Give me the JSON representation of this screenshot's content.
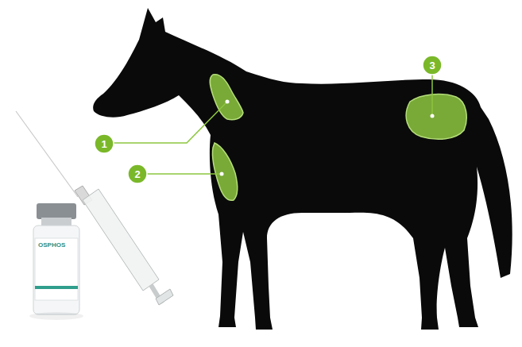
{
  "diagram": {
    "nodes": [
      {
        "text": [
          "1"
        ]
      },
      {
        "text": [
          "2"
        ]
      },
      {
        "text": [
          "3"
        ]
      }
    ],
    "labels": [
      "OSPHOS"
    ]
  }
}
